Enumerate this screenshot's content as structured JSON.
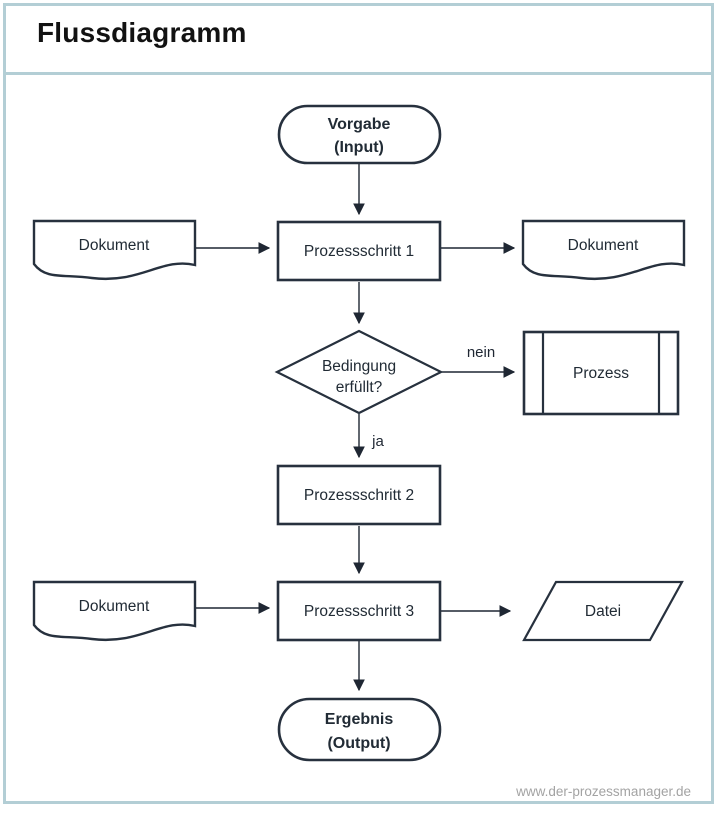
{
  "page": {
    "title": "Flussdiagramm",
    "footer": "www.der-prozessmanager.de"
  },
  "colors": {
    "frame_border": "#b3ced5",
    "shape_stroke": "#27313e",
    "arrow": "#1f2733",
    "title_text": "#121212",
    "footer_text": "#a3a3a3"
  },
  "flowchart": {
    "nodes": [
      {
        "id": "input",
        "type": "terminator",
        "line1": "Vorgabe",
        "line2": "(Input)"
      },
      {
        "id": "dokument-left-1",
        "type": "document",
        "label": "Dokument"
      },
      {
        "id": "prozessschritt-1",
        "type": "process",
        "label": "Prozessschritt 1"
      },
      {
        "id": "dokument-right",
        "type": "document",
        "label": "Dokument"
      },
      {
        "id": "bedingung",
        "type": "decision",
        "line1": "Bedingung",
        "line2": "erfüllt?"
      },
      {
        "id": "prozess",
        "type": "predefined-process",
        "label": "Prozess"
      },
      {
        "id": "prozessschritt-2",
        "type": "process",
        "label": "Prozessschritt 2"
      },
      {
        "id": "dokument-left-2",
        "type": "document",
        "label": "Dokument"
      },
      {
        "id": "prozessschritt-3",
        "type": "process",
        "label": "Prozessschritt 3"
      },
      {
        "id": "datei",
        "type": "data",
        "label": "Datei"
      },
      {
        "id": "output",
        "type": "terminator",
        "line1": "Ergebnis",
        "line2": "(Output)"
      }
    ],
    "edge_labels": {
      "no": "nein",
      "yes": "ja"
    }
  }
}
